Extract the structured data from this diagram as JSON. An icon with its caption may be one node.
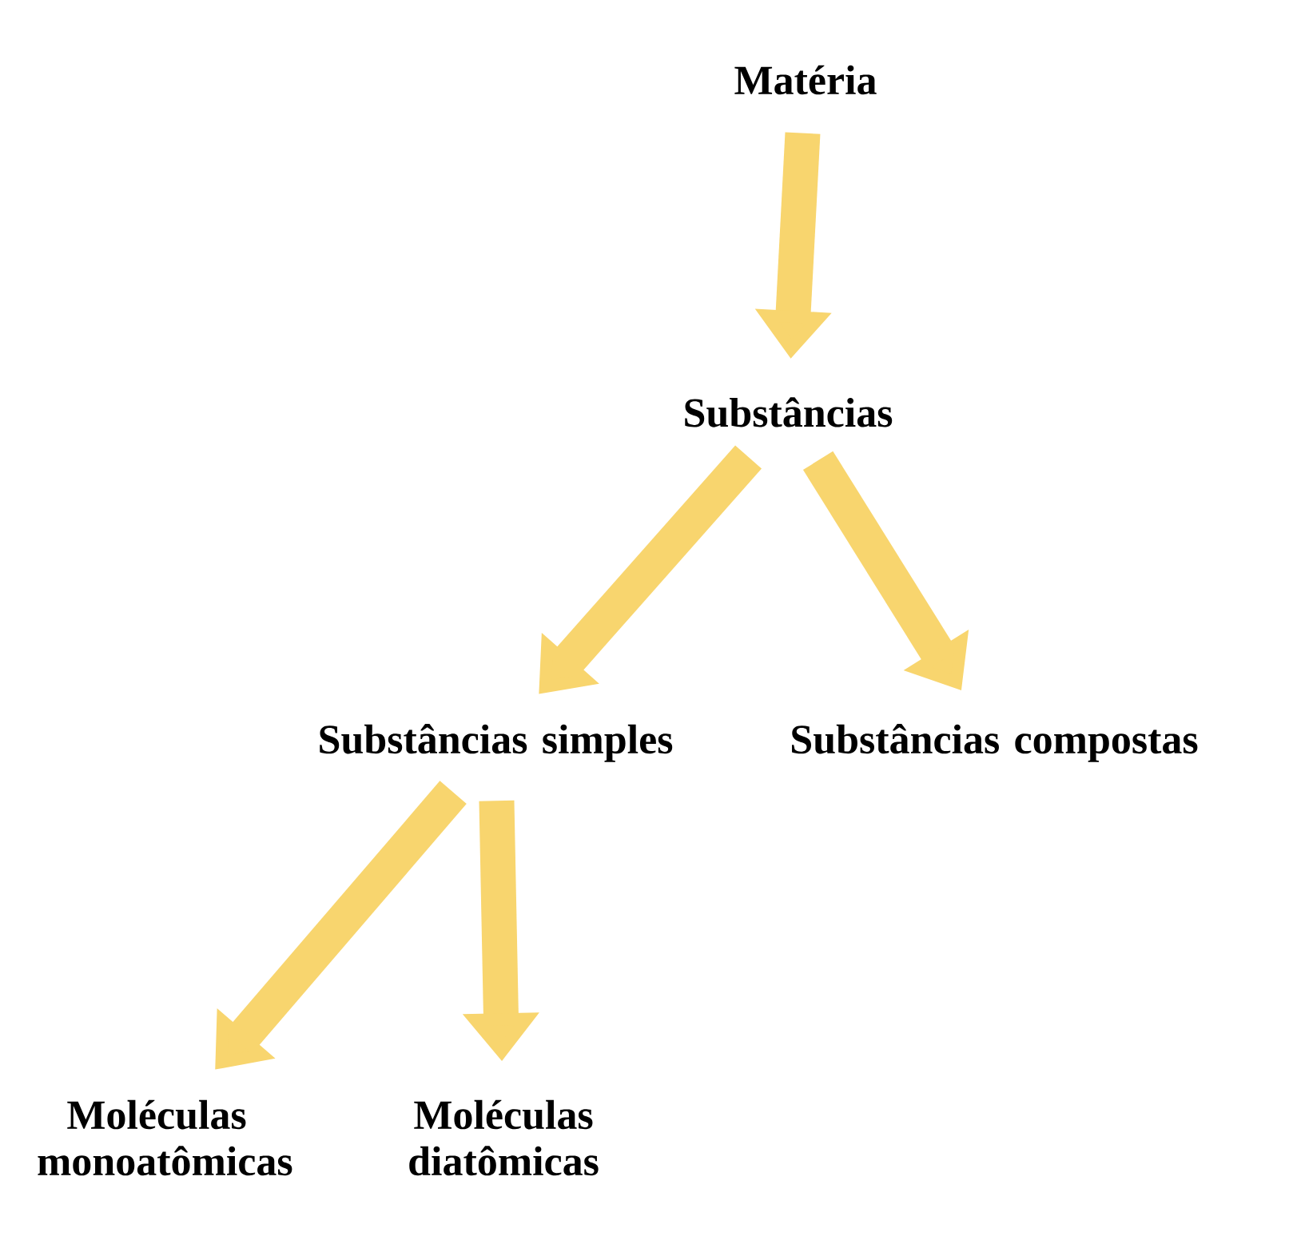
{
  "diagram": {
    "nodes": [
      {
        "text": [
          "Matéria"
        ]
      },
      {
        "text": [
          "Substâncias"
        ]
      },
      {
        "text": [
          "Substâncias simples"
        ]
      },
      {
        "text": [
          "Substâncias compostas"
        ]
      },
      {
        "text": [
          "Moléculas monoatômicas"
        ]
      },
      {
        "text": [
          "Moléculas diatômicas"
        ]
      }
    ],
    "edges": [
      {
        "from": 0,
        "to": 1,
        "arrow": "to"
      },
      {
        "from": 1,
        "to": 2,
        "arrow": "to"
      },
      {
        "from": 1,
        "to": 3,
        "arrow": "to"
      },
      {
        "from": 2,
        "to": 4,
        "arrow": "to"
      },
      {
        "from": 2,
        "to": 5,
        "arrow": "to"
      }
    ]
  }
}
